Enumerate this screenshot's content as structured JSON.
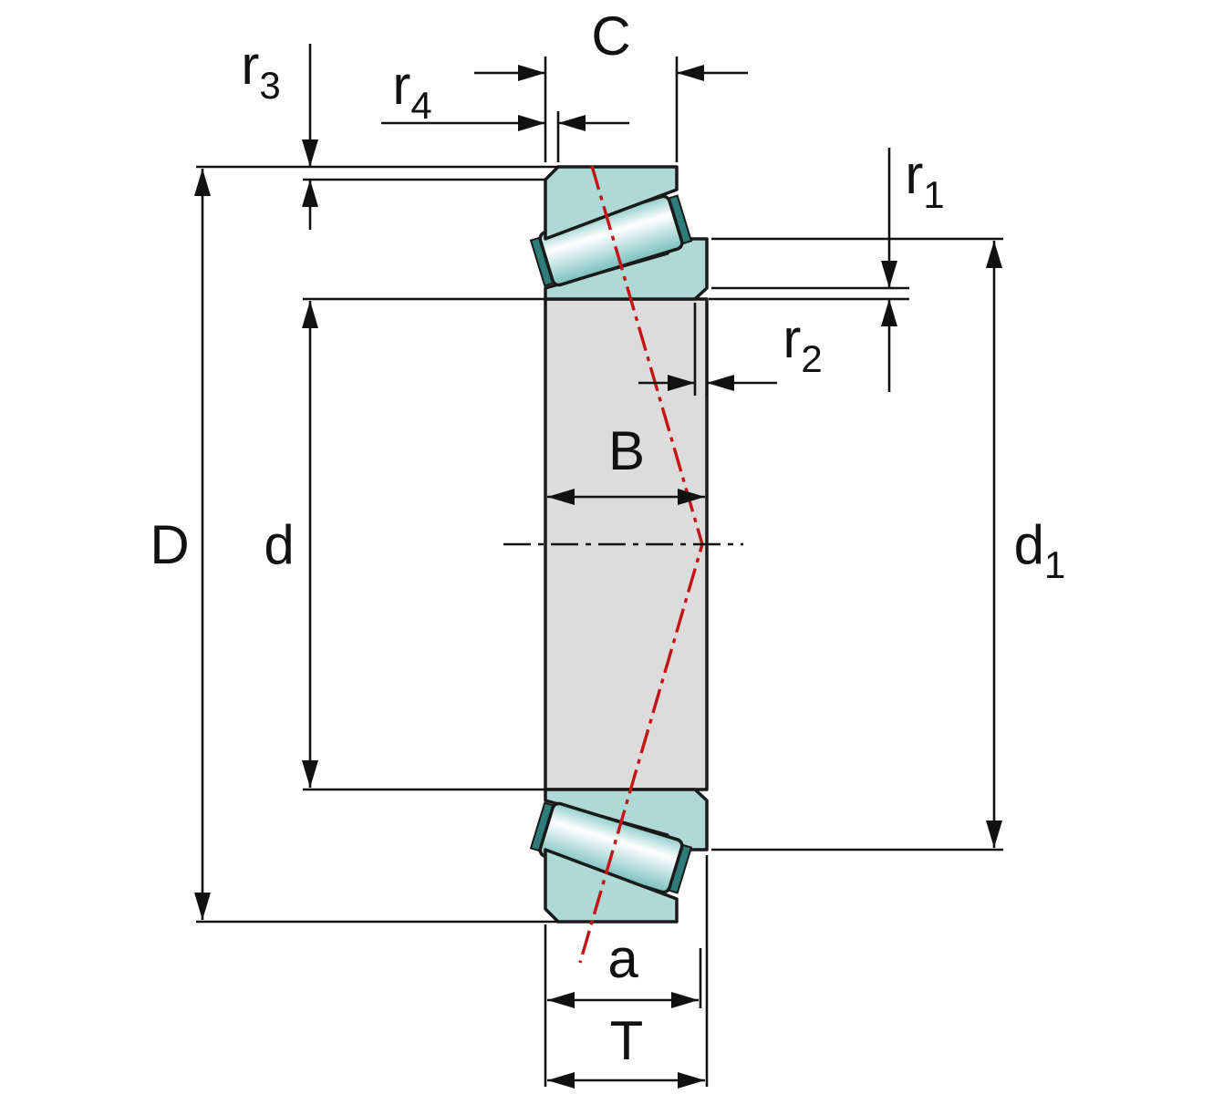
{
  "diagram": {
    "labels": {
      "C": {
        "base": "C",
        "sub": ""
      },
      "r4": {
        "base": "r",
        "sub": "4"
      },
      "r3": {
        "base": "r",
        "sub": "3"
      },
      "r1": {
        "base": "r",
        "sub": "1"
      },
      "r2": {
        "base": "r",
        "sub": "2"
      },
      "B": {
        "base": "B",
        "sub": ""
      },
      "D": {
        "base": "D",
        "sub": ""
      },
      "d": {
        "base": "d",
        "sub": ""
      },
      "d1": {
        "base": "d",
        "sub": "1"
      },
      "a": {
        "base": "a",
        "sub": ""
      },
      "T": {
        "base": "T",
        "sub": ""
      }
    },
    "colors": {
      "ring_teal": "#aed9d7",
      "roller_teal": "#7fc4c2",
      "section_gray": "#dcdcdc",
      "outline": "#1a1a1a",
      "contact_line_red": "#c41414"
    }
  }
}
